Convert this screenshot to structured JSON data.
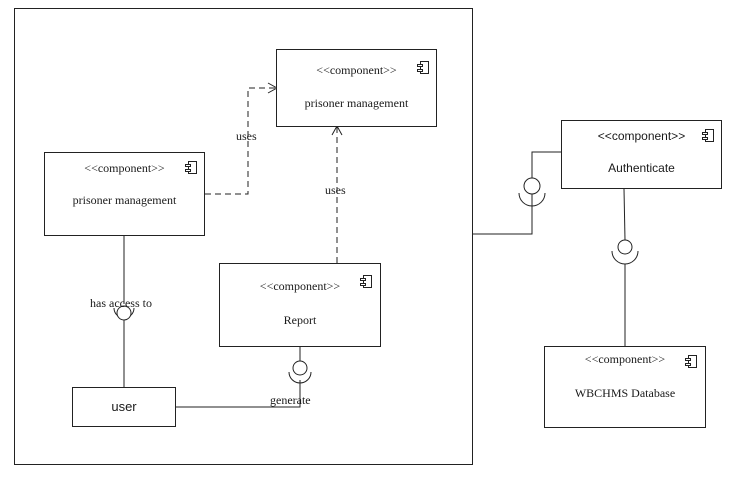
{
  "diagram": {
    "components": {
      "pm_top": {
        "stereotype": "<<component>>",
        "name": "prisoner management"
      },
      "pm_left": {
        "stereotype": "<<component>>",
        "name": "prisoner management"
      },
      "report": {
        "stereotype": "<<component>>",
        "name": "Report"
      },
      "authenticate": {
        "stereotype": "<<component>>",
        "name": "Authenticate"
      },
      "database": {
        "stereotype": "<<component>>",
        "name": "WBCHMS Database"
      }
    },
    "actor": {
      "name": "user"
    },
    "labels": {
      "uses_top": "uses",
      "uses_report": "uses",
      "has_access": "has access to",
      "generate": "generate"
    }
  }
}
